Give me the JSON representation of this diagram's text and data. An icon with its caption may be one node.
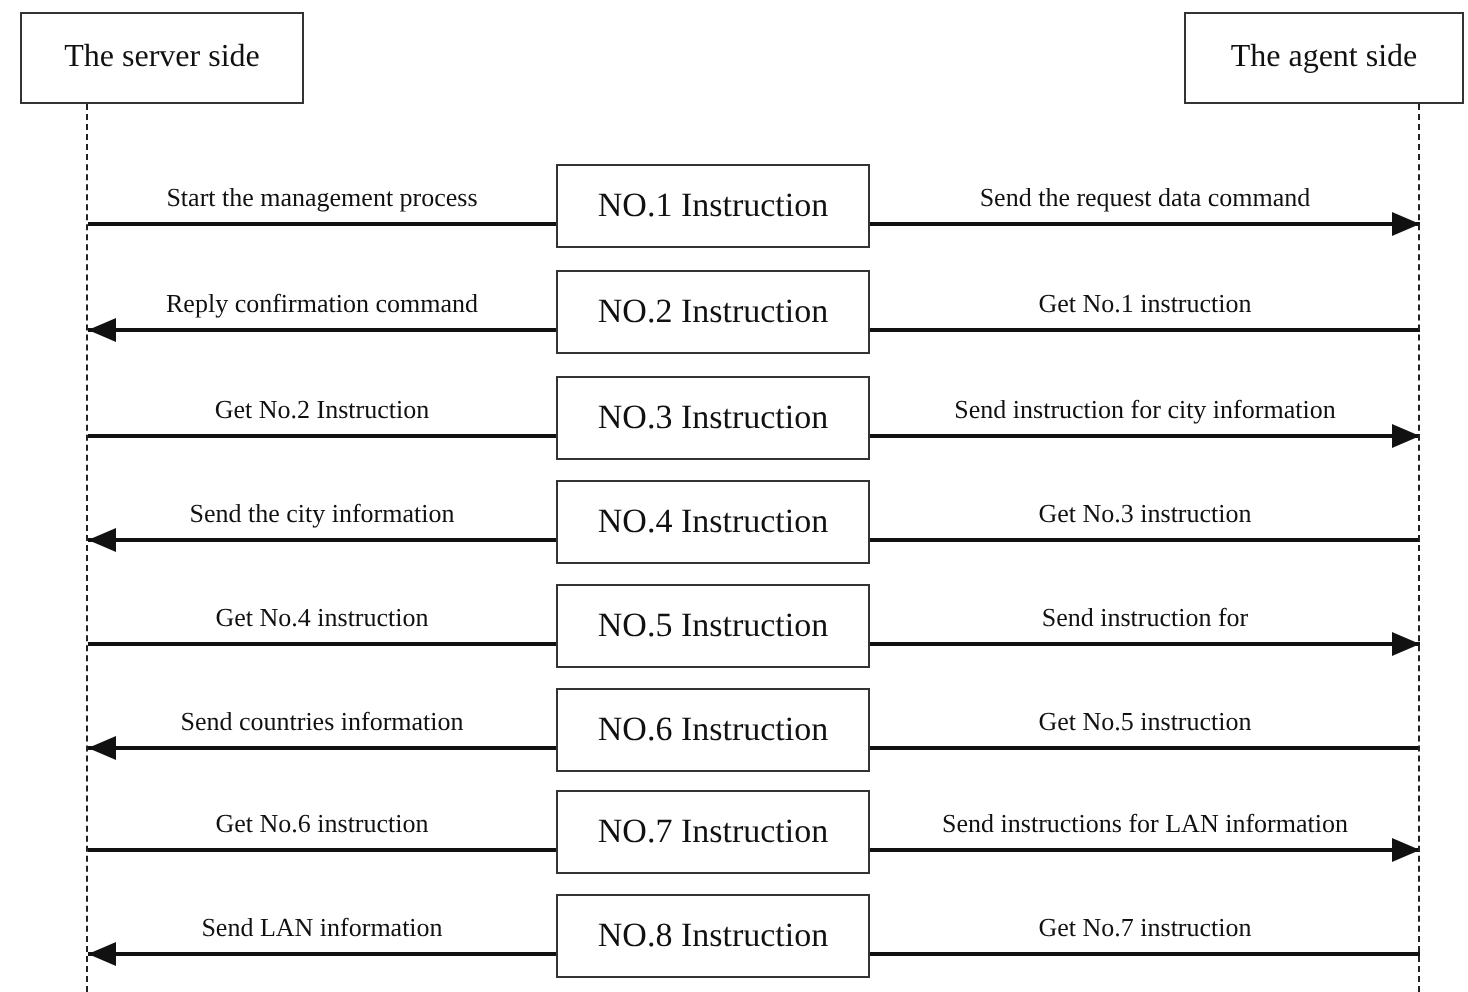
{
  "diagram": {
    "nodes": [
      {
        "text": [
          "The server side"
        ]
      },
      {
        "text": [
          "The agent side"
        ]
      },
      {
        "text": [],
        "shape": "line"
      },
      {
        "text": [],
        "shape": "line"
      },
      {
        "text": [
          "NO.1 Instruction"
        ]
      },
      {
        "text": [
          "NO.2 Instruction"
        ]
      },
      {
        "text": [
          "NO.3 Instruction"
        ]
      },
      {
        "text": [
          "NO.4 Instruction"
        ]
      },
      {
        "text": [
          "NO.5 Instruction"
        ]
      },
      {
        "text": [
          "NO.6 Instruction"
        ]
      },
      {
        "text": [
          "NO.7 Instruction"
        ]
      },
      {
        "text": [
          "NO.8 Instruction"
        ]
      }
    ],
    "edges": [
      {
        "from": 2,
        "to": 4,
        "arrow": "none",
        "label": "Start the management process"
      },
      {
        "from": 4,
        "to": 3,
        "arrow": "to",
        "label": "Send the request data command"
      },
      {
        "from": 5,
        "to": 2,
        "arrow": "to",
        "label": "Reply confirmation command"
      },
      {
        "from": 3,
        "to": 5,
        "arrow": "none",
        "label": "Get No.1 instruction"
      },
      {
        "from": 2,
        "to": 6,
        "arrow": "none",
        "label": "Get No.2 Instruction"
      },
      {
        "from": 6,
        "to": 3,
        "arrow": "to",
        "label": "Send instruction for city information"
      },
      {
        "from": 7,
        "to": 2,
        "arrow": "to",
        "label": "Send the city information"
      },
      {
        "from": 3,
        "to": 7,
        "arrow": "none",
        "label": "Get No.3 instruction"
      },
      {
        "from": 2,
        "to": 8,
        "arrow": "none",
        "label": "Get No.4 instruction"
      },
      {
        "from": 8,
        "to": 3,
        "arrow": "to",
        "label": "Send instruction for"
      },
      {
        "from": 9,
        "to": 2,
        "arrow": "to",
        "label": "Send countries information"
      },
      {
        "from": 3,
        "to": 9,
        "arrow": "none",
        "label": "Get No.5 instruction"
      },
      {
        "from": 2,
        "to": 10,
        "arrow": "none",
        "label": "Get No.6 instruction"
      },
      {
        "from": 10,
        "to": 3,
        "arrow": "to",
        "label": "Send instructions for LAN information"
      },
      {
        "from": 11,
        "to": 2,
        "arrow": "to",
        "label": "Send LAN information"
      },
      {
        "from": 3,
        "to": 11,
        "arrow": "none",
        "label": "Get No.7 instruction"
      }
    ]
  }
}
